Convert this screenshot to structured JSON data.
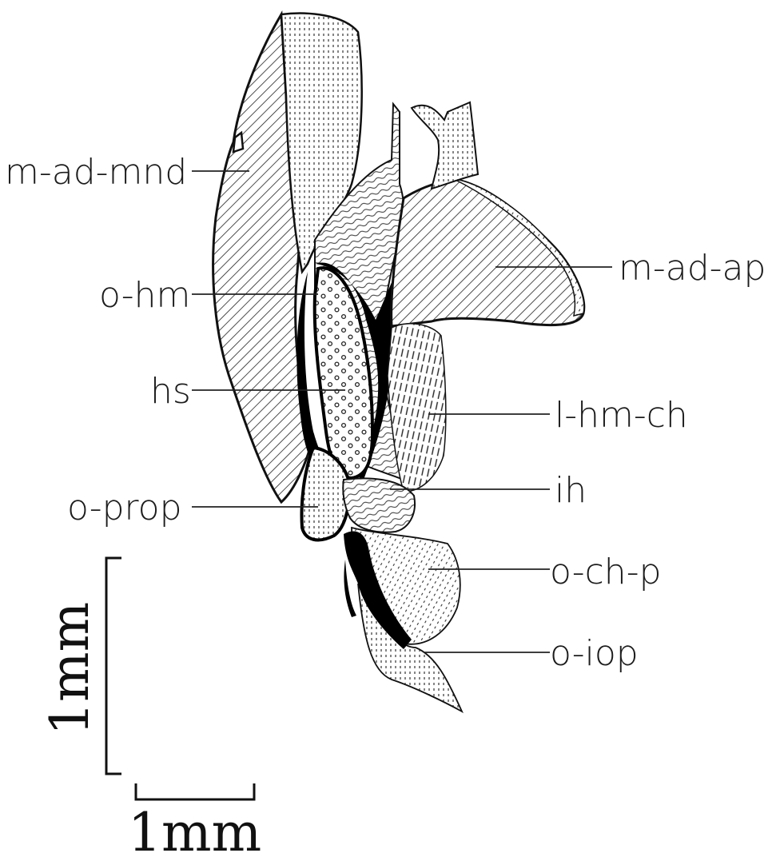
{
  "labels": {
    "m_ad_mnd": "m-ad-mnd",
    "o_hm": "o-hm",
    "hs": "hs",
    "o_prop": "o-prop",
    "m_ad_ap": "m-ad-ap",
    "l_hm_ch": "l-hm-ch",
    "ih": "ih",
    "o_ch_p": "o-ch-p",
    "o_iop": "o-iop"
  },
  "scale_bar": {
    "vertical": "1mm",
    "horizontal": "1mm"
  }
}
